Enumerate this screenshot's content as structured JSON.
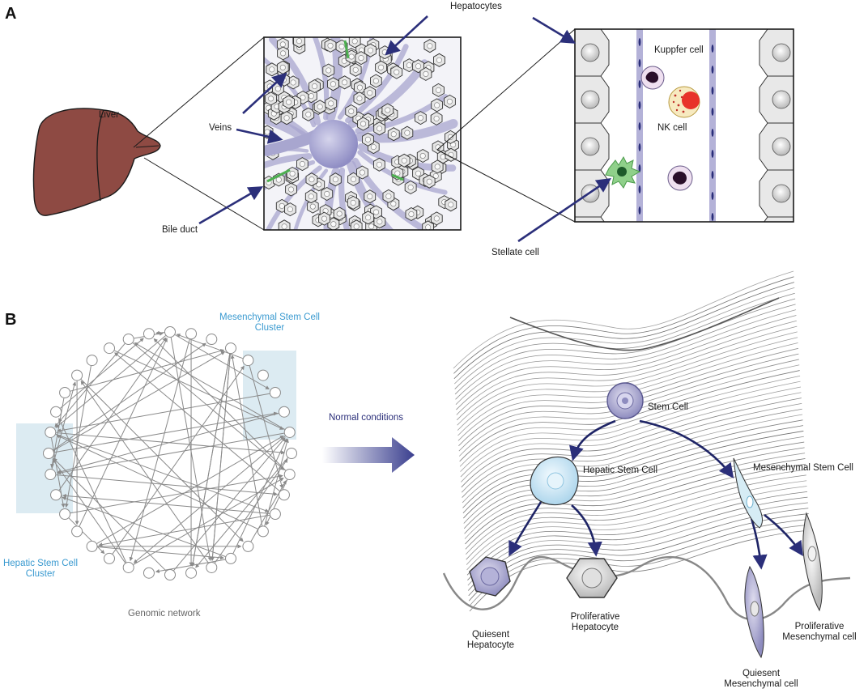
{
  "panel_a": {
    "letter": "A",
    "labels": {
      "liver": "Liver",
      "veins": "Veins",
      "bile_duct": "Bile duct",
      "hepatocytes": "Hepatocytes",
      "kuppfer_cell": "Kuppfer cell",
      "nk_cell": "NK cell",
      "stellate_cell": "Stellate cell"
    }
  },
  "panel_b": {
    "letter": "B",
    "network": {
      "caption": "Genomic network",
      "msc_cluster": [
        "Mesenchymal Stem Cell",
        "Cluster"
      ],
      "hsc_cluster": [
        "Hepatic Stem Cell",
        "Cluster"
      ]
    },
    "arrow_label": "Normal conditions",
    "landscape": {
      "stem_cell": "Stem Cell",
      "hepatic_stem_cell": "Hepatic Stem Cell",
      "mesenchymal_stem_cell": "Mesenchymal Stem Cell",
      "quiesent_hepatocyte": [
        "Quiesent",
        "Hepatocyte"
      ],
      "proliferative_hepatocyte": [
        "Proliferative",
        "Hepatocyte"
      ],
      "quiesent_mesenchymal": [
        "Quiesent",
        "Mesenchymal cell"
      ],
      "proliferative_mesenchymal": [
        "Proliferative",
        "Mesenchymal cell"
      ]
    }
  },
  "colors": {
    "liver": "#8e4a43",
    "vein": "#a8a6cf",
    "navy_arrow": "#2b2f7a",
    "cluster_box": "#dcebf2",
    "cluster_text": "#3a9ad0",
    "bile_duct": "#4caf50",
    "stellate": "#8fd08a",
    "nk_nucleus": "#e8332a"
  }
}
